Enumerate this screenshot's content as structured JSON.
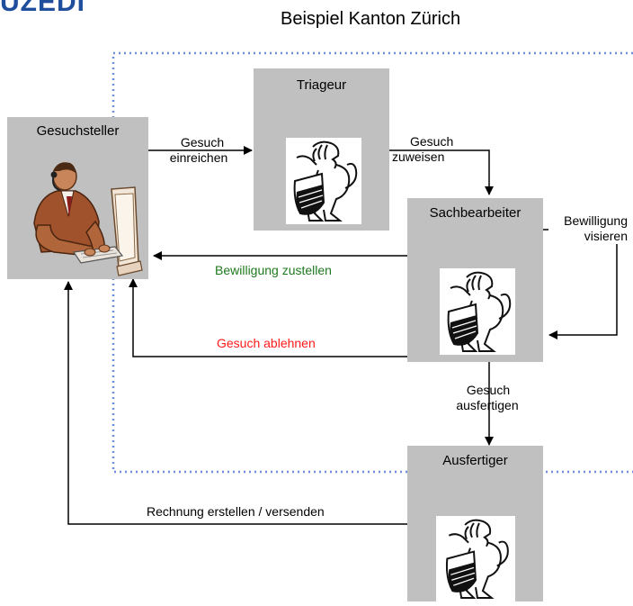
{
  "header_fragment": "UZEDI",
  "subtitle": "Beispiel Kanton Zürich",
  "actors": {
    "gesuchsteller": "Gesuchsteller",
    "triageur": "Triageur",
    "sachbearbeiter": "Sachbearbeiter",
    "ausfertiger": "Ausfertiger"
  },
  "flows": {
    "gesuch_einreichen": [
      "Gesuch",
      "einreichen"
    ],
    "gesuch_zuweisen": [
      "Gesuch",
      "zuweisen"
    ],
    "bewilligung_visieren": [
      "Bewilligung",
      "visieren"
    ],
    "bewilligung_zustellen": "Bewilligung zustellen",
    "gesuch_ablehnen": "Gesuch ablehnen",
    "gesuch_ausfertigen": [
      "Gesuch",
      "ausfertigen"
    ],
    "rechnung": "Rechnung erstellen / versenden"
  },
  "colors": {
    "box": "#c0c0c0",
    "dotted_border": "#6f8fd8",
    "bewilligung_zustellen": "#1e7a1e",
    "gesuch_ablehnen": "#ff1a1a"
  },
  "icons": {
    "person": "person-at-computer-icon",
    "lion": "zurich-lion-coat-of-arms-icon"
  }
}
